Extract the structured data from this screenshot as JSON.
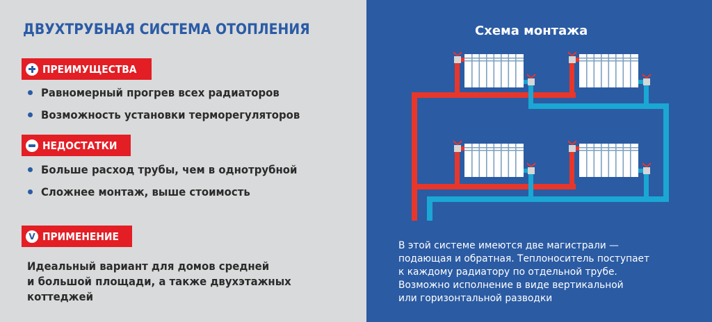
{
  "left_panel": {
    "title": "ДВУХТРУБНАЯ СИСТЕМА ОТОПЛЕНИЯ",
    "advantages": {
      "label": "ПРЕИМУЩЕСТВА",
      "icon": "plus-circle-icon",
      "items": [
        "Равномерный прогрев всех радиаторов",
        "Возможность установки терморегуляторов"
      ]
    },
    "disadvantages": {
      "label": "НЕДОСТАТКИ",
      "icon": "minus-circle-icon",
      "items": [
        "Больше расход трубы, чем в однотрубной",
        "Сложнее монтаж, выше стоимость"
      ]
    },
    "usage": {
      "label": "ПРИМЕНЕНИЕ",
      "icon": "check-circle-icon",
      "icon_glyph": "V",
      "lines": [
        "Идеальный вариант для домов средней",
        "и большой площади, а также двухэтажных",
        "коттеджей"
      ]
    }
  },
  "right_panel": {
    "title": "Схема монтажа",
    "diagram": {
      "radiators": 4,
      "sections_per_radiator": 8,
      "supply_color": "#e8362a",
      "return_color": "#1aa7d4"
    },
    "description_lines": [
      "В этой системе имеются две магистрали —",
      "подающая и обратная. Теплоноситель поступает",
      "к каждому радиатору по отдельной трубе.",
      "Возможно исполнение в виде вертикальной",
      "или горизонтальной разводки"
    ]
  },
  "colors": {
    "left_bg": "#d9dadb",
    "right_bg": "#2b5ba3",
    "title_blue": "#2a5ba6",
    "badge_red": "#e31e25",
    "text_dark": "#2b2b2b"
  }
}
